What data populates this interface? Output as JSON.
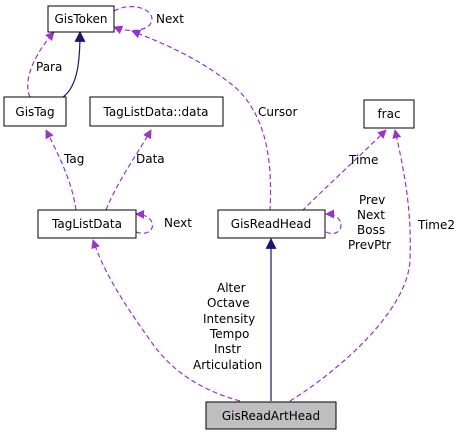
{
  "nodes": {
    "gistoken": "GisToken",
    "gistag": "GisTag",
    "taglistdata_data": "TagListData::data",
    "frac": "frac",
    "taglistdata": "TagListData",
    "gisreadhead": "GisReadHead",
    "gisreadarthead": "GisReadArtHead"
  },
  "edges": {
    "gistoken_next": "Next",
    "para": "Para",
    "cursor": "Cursor",
    "tag": "Tag",
    "data": "Data",
    "taglistdata_next": "Next",
    "time": "Time",
    "head_self": [
      "Prev",
      "Next",
      "Boss",
      "PrevPtr"
    ],
    "time2": "Time2",
    "art_to_tld": [
      "Alter",
      "Octave",
      "Intensity",
      "Tempo",
      "Instr",
      "Articulation"
    ]
  },
  "colors": {
    "association": "#9a32cd",
    "inheritance": "#191970",
    "focus_fill": "#bfbfbf"
  }
}
